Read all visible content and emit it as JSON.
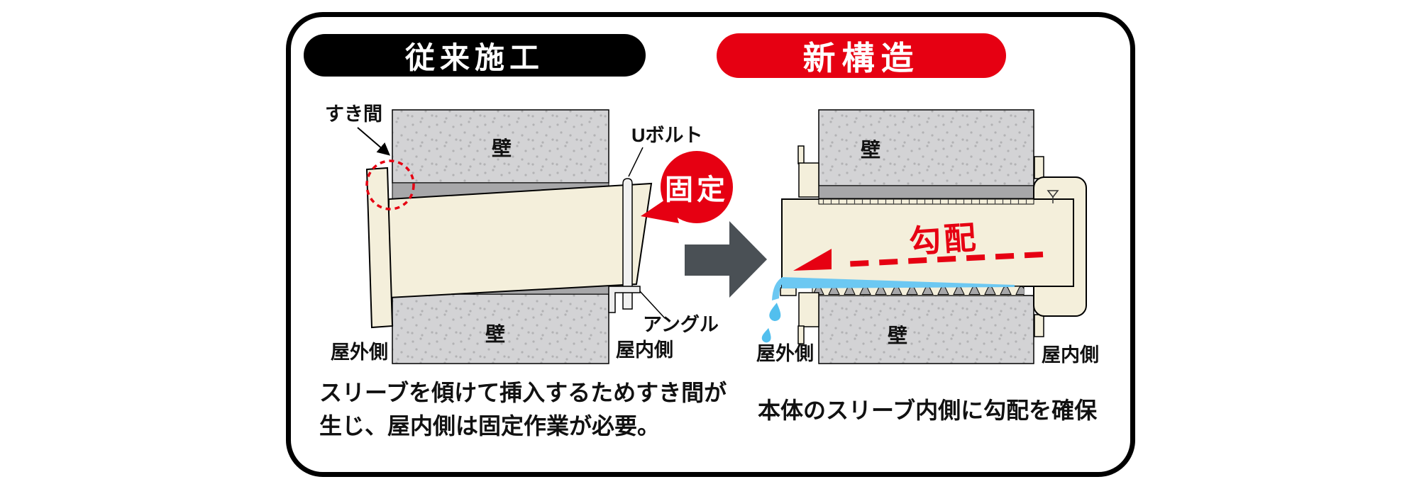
{
  "figure": {
    "left": {
      "badge": "従来施工",
      "gap_label": "すき間",
      "wall_top_label": "壁",
      "wall_bottom_label": "壁",
      "ubolt_label": "Uボルト",
      "fixed_badge": "固定",
      "angle_label": "アングル",
      "outdoor_label": "屋外側",
      "indoor_label": "屋内側",
      "caption_line1": "スリーブを傾けて挿入するためすき間が",
      "caption_line2": "生じ、屋内側は固定作業が必要。"
    },
    "right": {
      "badge": "新構造",
      "wall_top_label": "壁",
      "wall_bottom_label": "壁",
      "slope_label": "勾配",
      "outdoor_label": "屋外側",
      "indoor_label": "屋内側",
      "caption": "本体のスリーブ内側に勾配を確保"
    },
    "colors": {
      "accent_red": "#e60012",
      "sleeve_cream": "#f4efdb",
      "wall_gray": "#d3d3d5",
      "hole_gray": "#a7a7a9",
      "arrow_gray": "#4a5055",
      "water_blue": "#6cc8f2"
    }
  }
}
